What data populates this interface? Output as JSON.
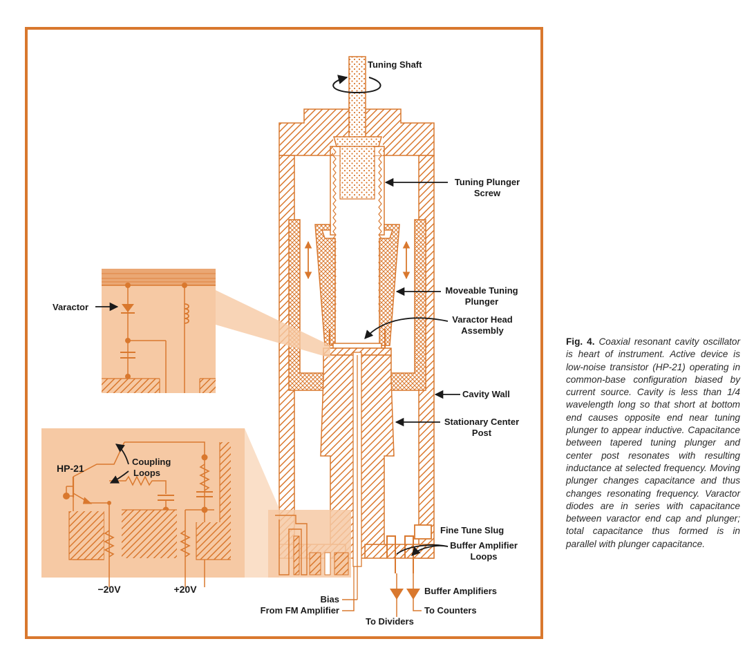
{
  "labels": {
    "tuning_shaft": "Tuning Shaft",
    "tuning_plunger_screw_1": "Tuning Plunger",
    "tuning_plunger_screw_2": "Screw",
    "moveable_plunger_1": "Moveable Tuning",
    "moveable_plunger_2": "Plunger",
    "varactor_head_1": "Varactor Head",
    "varactor_head_2": "Assembly",
    "cavity_wall": "Cavity Wall",
    "stationary_post_1": "Stationary Center",
    "stationary_post_2": "Post",
    "fine_tune_slug": "Fine Tune Slug",
    "buffer_loops_1": "Buffer Amplifier",
    "buffer_loops_2": "Loops",
    "buffer_amplifiers": "Buffer Amplifiers",
    "to_counters": "To Counters",
    "to_dividers": "To Dividers",
    "bias": "Bias",
    "from_fm_amplifier": "From FM Amplifier",
    "varactor": "Varactor",
    "coupling_loops_1": "Coupling",
    "coupling_loops_2": "Loops",
    "hp21": "HP-21",
    "minus_20v": "−20V",
    "plus_20v": "+20V"
  },
  "caption": {
    "fig_num": "Fig. 4.",
    "text": "Coaxial resonant cavity oscillator is heart of instrument. Active device is low-noise transistor (HP-21) operating in common-base configuration biased by current source. Cavity is less than 1/4 wavelength long so that short at bottom end causes opposite end near tuning plunger to appear inductive. Capacitance between tapered tuning plunger and center post resonates with resulting inductance at selected frequency. Moving plunger changes capacitance and thus changes resonating frequency. Varactor diodes are in series with capacitance between varactor end cap and plunger; total capacitance thus formed is in parallel with plunger capacitance."
  },
  "colors": {
    "accent": "#d9782e",
    "panel": "#f6c9a4",
    "dots": "#d9782e"
  }
}
